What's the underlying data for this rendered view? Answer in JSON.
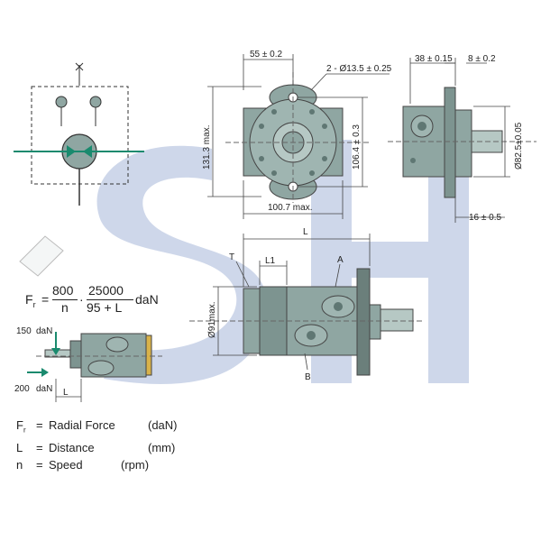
{
  "dimensions": {
    "flange_width": "55 ± 0.2",
    "mount_holes": "2 - Ø13.5 ± 0.25",
    "height_max": "131.3 max.",
    "bolt_center": "106.4 ± 0.3",
    "width_max": "100.7 max.",
    "side_length": "38 ± 0.15",
    "flange_thick": "8 ± 0.2",
    "pilot_diameter": "Ø82.5±0.05",
    "shaft_offset": "16 ± 0.5",
    "overall_length": "L",
    "length_l1": "L1",
    "body_diameter": "Ø91max."
  },
  "ports": {
    "t": "T",
    "a": "A",
    "b": "B"
  },
  "formula": {
    "lhs": "F",
    "lhs_sub": "r",
    "eq": "=",
    "num1": "800",
    "den1": "n",
    "dot": "·",
    "num2": "25000",
    "den2": "95 + L",
    "unit": "daN"
  },
  "load_diagram": {
    "force_top": "150",
    "force_top_unit": "daN",
    "force_bottom": "200",
    "force_bottom_unit": "daN",
    "distance": "L"
  },
  "legend": [
    {
      "sym": "F",
      "sub": "r",
      "name": "Radial Force",
      "unit": "(daN)"
    },
    {
      "sym": "L",
      "sub": "",
      "name": "Distance",
      "unit": "(mm)"
    },
    {
      "sym": "n",
      "sub": "",
      "name": "Speed",
      "unit": "(rpm)"
    }
  ],
  "colors": {
    "body": "#8fa6a2",
    "body_dark": "#5f7773",
    "watermark": "#c9d3e8",
    "accent_green": "#1a8a6e",
    "line": "#333333"
  }
}
